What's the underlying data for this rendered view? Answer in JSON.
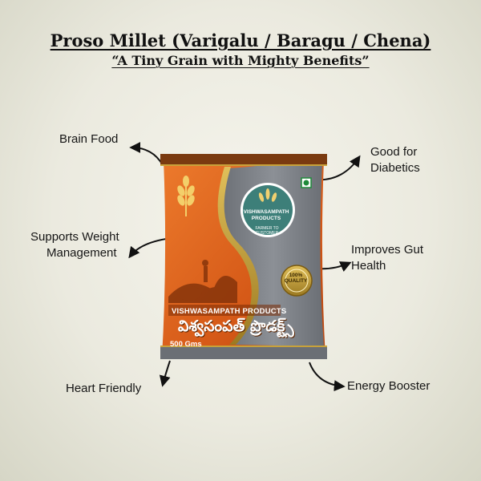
{
  "header": {
    "title": "Proso Millet (Varigalu  / Baragu  / Chena)",
    "subtitle": "“A Tiny Grain with Mighty Benefits”"
  },
  "benefits": {
    "brain_food": "Brain Food",
    "diabetics_line1": "Good for",
    "diabetics_line2": "Diabetics",
    "weight_line1": "Supports Weight",
    "weight_line2": "Management",
    "gut_line1": "Improves Gut",
    "gut_line2": "Health",
    "heart": "Heart Friendly",
    "energy": "Energy Booster"
  },
  "package": {
    "brand_bar": "VISHWASAMPATH PRODUCTS",
    "telugu_brand": "విశ్వసంపత్ ప్రొడక్ట్స్",
    "weight": "500 Gms",
    "logo_name_line1": "VISHWASAMPATH",
    "logo_name_line2": "PRODUCTS",
    "logo_tagline": "FARMER TO CUSTOMER",
    "quality_line1": "100%",
    "quality_line2": "QUALITY"
  },
  "colors": {
    "pack_orange": "#d9601c",
    "pack_gray": "#7d8187",
    "pack_gold": "#c8a23a",
    "logo_teal": "#3d7f79",
    "veg_mark": "#1f8a3a"
  }
}
